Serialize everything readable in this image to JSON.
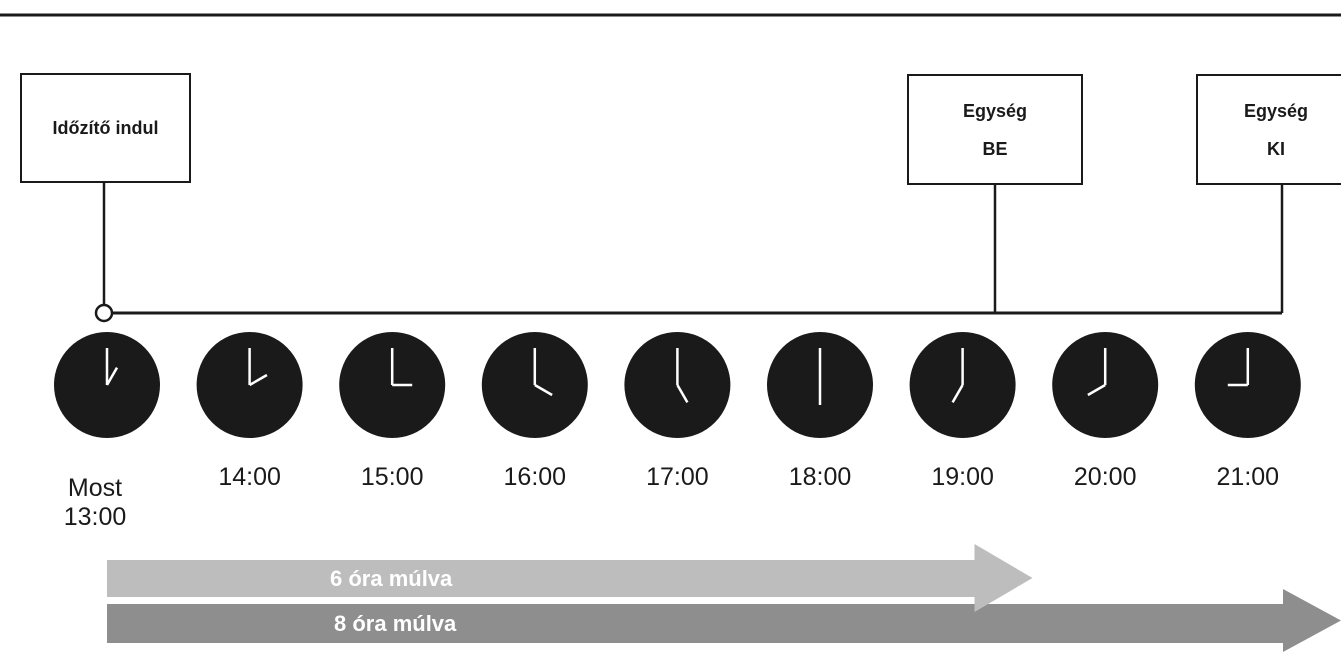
{
  "start_box": {
    "label": "Időzítő indul"
  },
  "on_box": {
    "line1": "Egység",
    "line2": "BE"
  },
  "off_box": {
    "line1": "Egység",
    "line2": "KI"
  },
  "now_label": {
    "line1": "Most",
    "line2": "13:00"
  },
  "clocks": [
    {
      "time": "13:00",
      "hour": 13
    },
    {
      "time": "14:00",
      "hour": 14
    },
    {
      "time": "15:00",
      "hour": 15
    },
    {
      "time": "16:00",
      "hour": 16
    },
    {
      "time": "17:00",
      "hour": 17
    },
    {
      "time": "18:00",
      "hour": 18
    },
    {
      "time": "19:00",
      "hour": 19
    },
    {
      "time": "20:00",
      "hour": 20
    },
    {
      "time": "21:00",
      "hour": 21
    }
  ],
  "arrows": [
    {
      "label": "6 óra múlva",
      "hours": 6,
      "color": "#bdbdbd"
    },
    {
      "label": "8 óra múlva",
      "hours": 8,
      "color": "#8e8e8e"
    }
  ],
  "colors": {
    "ink": "#1a1a1a",
    "hand": "#ffffff"
  }
}
